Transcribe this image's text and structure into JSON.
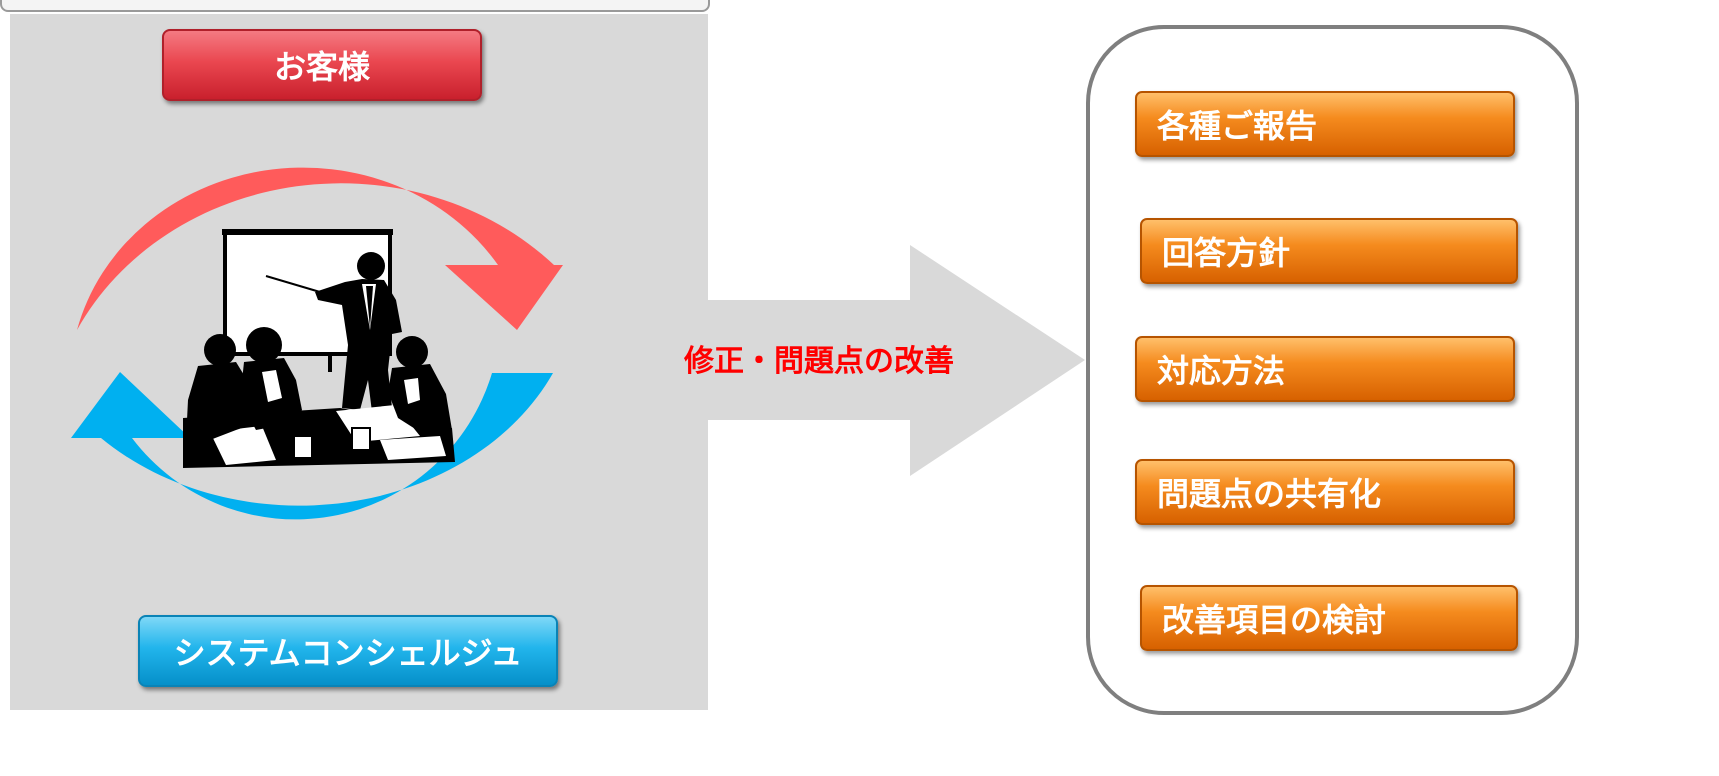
{
  "customer_label": "お客様",
  "concierge_label": "システムコンシェルジュ",
  "arrow_label": "修正・問題点の改善",
  "right_items": [
    {
      "label": "各種ご報告"
    },
    {
      "label": "回答方針"
    },
    {
      "label": "対応方法"
    },
    {
      "label": "問題点の共有化"
    },
    {
      "label": "改善項目の検討"
    }
  ],
  "colors": {
    "customer_red": "#ea4750",
    "cycle_red": "#ff5b5b",
    "cycle_blue": "#00b0f0",
    "orange": "#f58b1e",
    "arrow_label_red": "#ff0000",
    "panel_gray": "#d9d9d9"
  },
  "illustration": "meeting-presentation-silhouette"
}
